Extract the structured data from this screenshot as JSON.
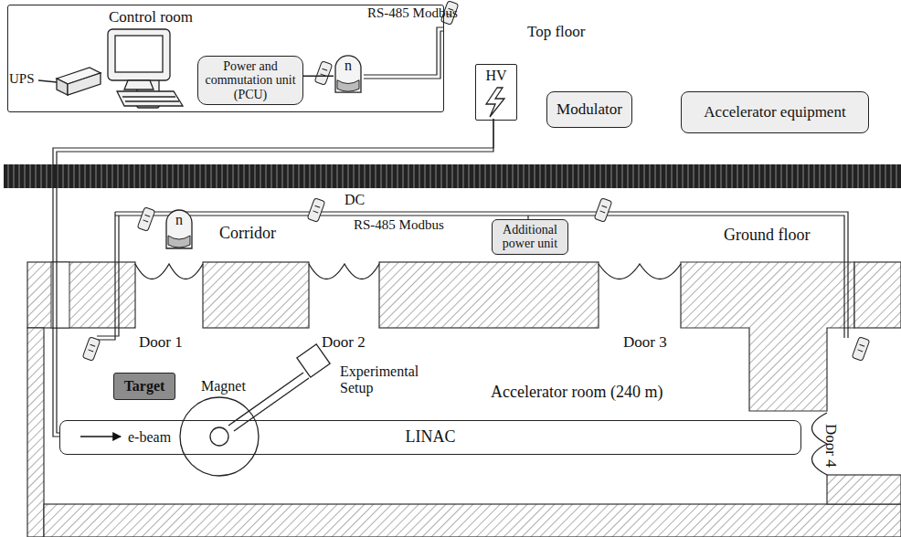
{
  "diagram": {
    "nodes": [
      {
        "text": [
          "Control room"
        ]
      },
      {
        "text": [
          "Power and commutation unit (PCU)"
        ],
        "in": 0
      },
      {
        "text": [
          "n"
        ],
        "in": 0
      },
      {
        "text": [
          "HV"
        ]
      },
      {
        "text": [
          "Modulator"
        ]
      },
      {
        "text": [
          "Accelerator equipment"
        ]
      },
      {
        "text": [
          "n"
        ]
      },
      {
        "text": [
          "Additional power unit"
        ]
      },
      {
        "text": [
          "Target"
        ]
      },
      {
        "text": [
          "LINAC"
        ]
      }
    ],
    "edges": [
      {
        "from": 1,
        "to": 2,
        "arrow": "none"
      }
    ],
    "labels": [
      "UPS",
      "RS-485 Modbus",
      "Top floor",
      "DC",
      "RS-485 Modbus",
      "Corridor",
      "Ground floor",
      "Door 1",
      "Door 2",
      "Door 3",
      "Door 4",
      "Magnet",
      "Experimental Setup",
      "Accelerator room (240 m)",
      "e-beam"
    ]
  }
}
